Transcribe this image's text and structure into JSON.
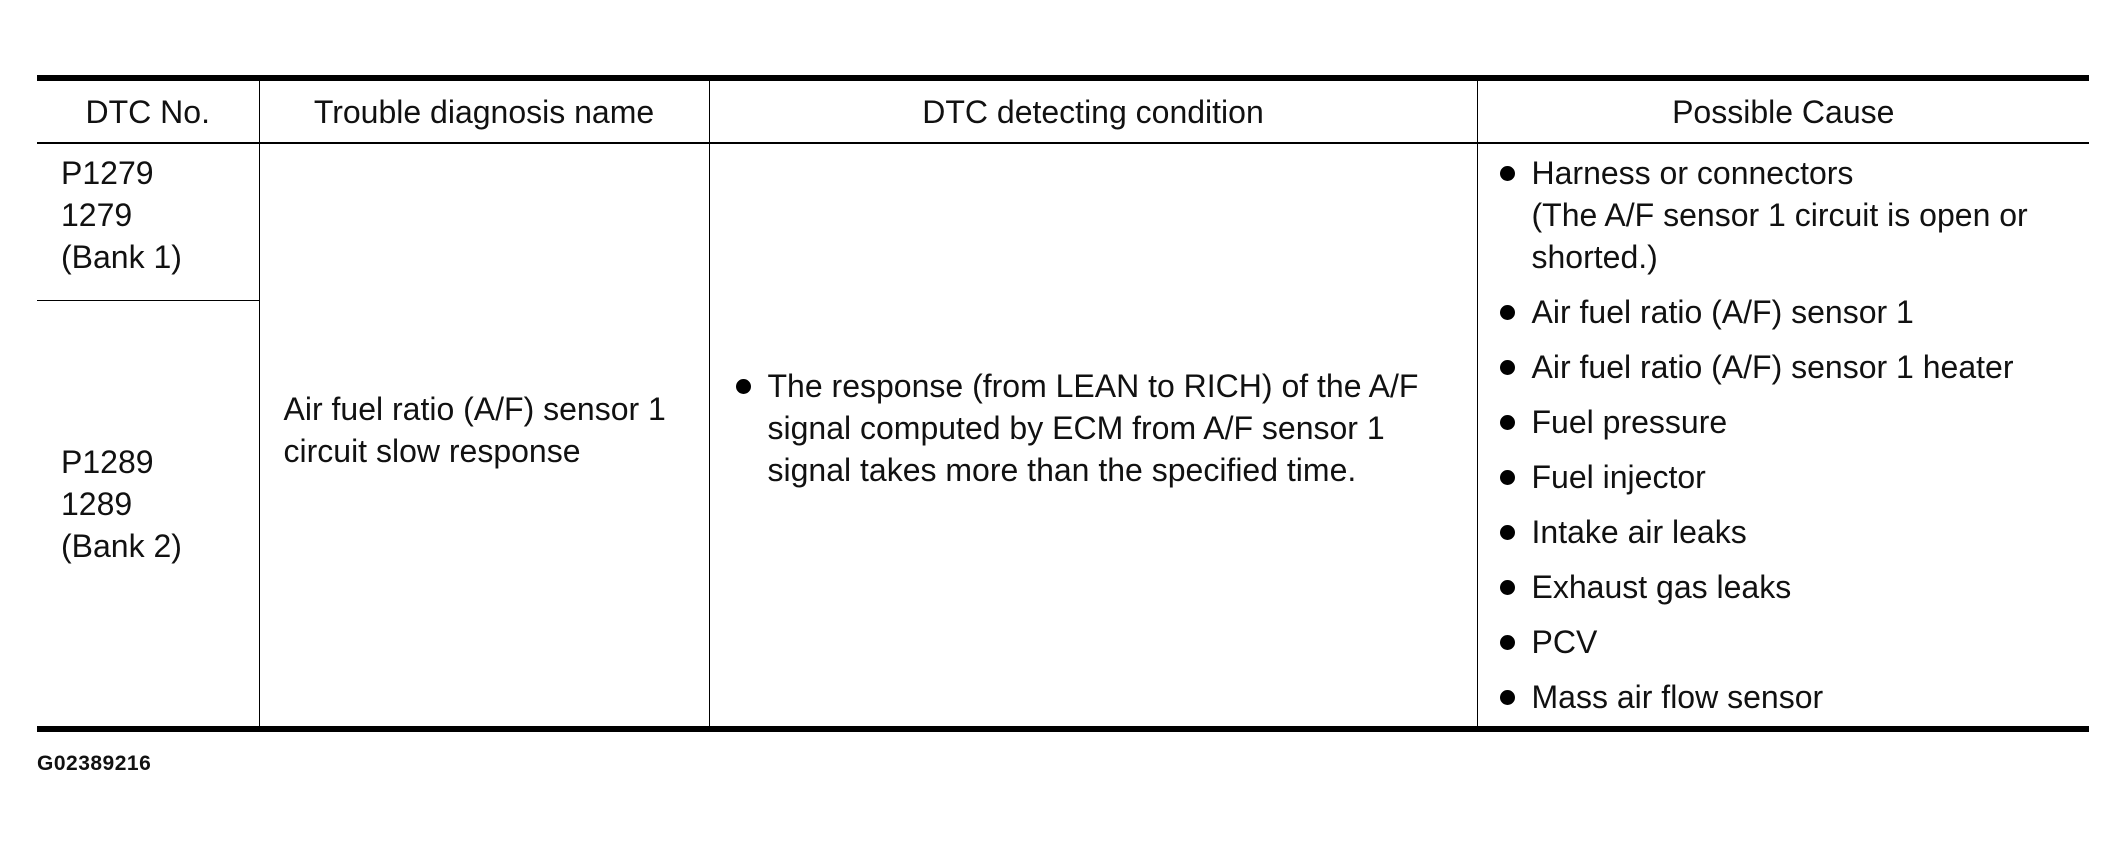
{
  "table": {
    "headers": {
      "dtc_no": "DTC No.",
      "trouble_name": "Trouble diagnosis name",
      "detecting_condition": "DTC detecting condition",
      "possible_cause": "Possible Cause"
    },
    "dtc_bank1": {
      "code": "P1279",
      "number": "1279",
      "bank": "(Bank 1)"
    },
    "dtc_bank2": {
      "code": "P1289",
      "number": "1289",
      "bank": "(Bank 2)"
    },
    "trouble_name": {
      "line1": "Air fuel ratio (A/F) sensor 1",
      "line2": "circuit slow response"
    },
    "detecting_condition": "The response (from LEAN to RICH) of the A/F signal computed by ECM from A/F sensor 1 signal takes more than the specified time.",
    "possible_causes": [
      {
        "text": "Harness or connectors",
        "sub": "(The A/F sensor 1 circuit is open or shorted.)"
      },
      {
        "text": "Air fuel ratio (A/F) sensor 1"
      },
      {
        "text": "Air fuel ratio (A/F) sensor 1 heater"
      },
      {
        "text": "Fuel pressure"
      },
      {
        "text": "Fuel injector"
      },
      {
        "text": "Intake air leaks"
      },
      {
        "text": "Exhaust gas leaks"
      },
      {
        "text": "PCV"
      },
      {
        "text": "Mass air flow sensor"
      }
    ]
  },
  "figure_id": "G02389216"
}
